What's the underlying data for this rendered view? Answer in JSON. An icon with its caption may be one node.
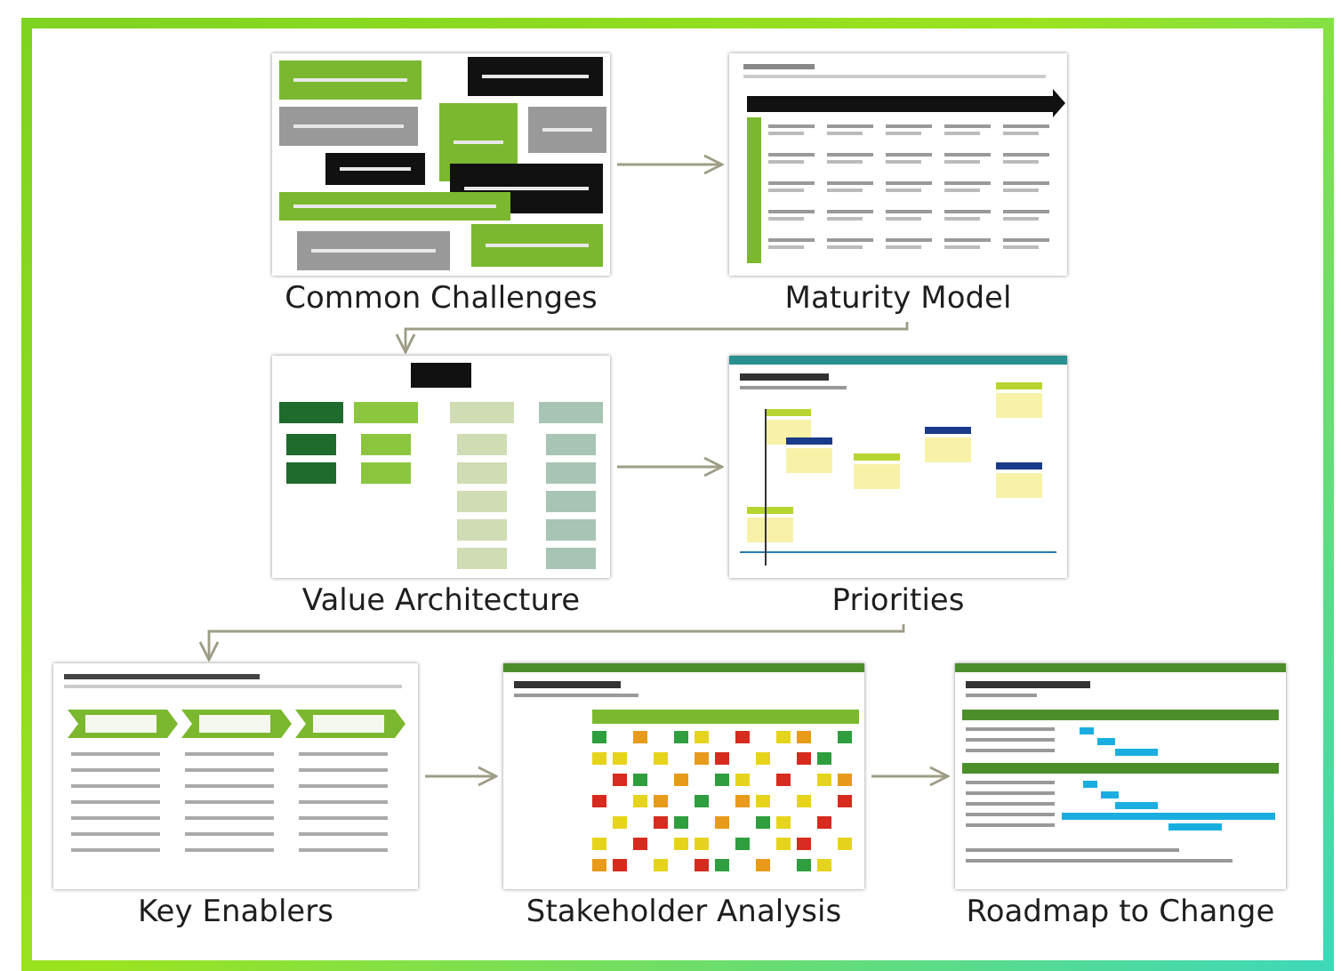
{
  "diagram": {
    "nodes": [
      {
        "text": [],
        "shape": "picture",
        "beside": [
          "Common Challenges"
        ]
      },
      {
        "text": [],
        "shape": "picture",
        "beside": [
          "Maturity Model"
        ]
      },
      {
        "text": [],
        "shape": "picture",
        "beside": [
          "Value Architecture"
        ]
      },
      {
        "text": [],
        "shape": "picture",
        "beside": [
          "Priorities"
        ]
      },
      {
        "text": [],
        "shape": "picture",
        "beside": [
          "Key Enablers"
        ]
      },
      {
        "text": [],
        "shape": "picture",
        "beside": [
          "Stakeholder Analysis"
        ]
      },
      {
        "text": [],
        "shape": "picture",
        "beside": [
          "Roadmap to Change"
        ]
      }
    ],
    "edges": [
      {
        "from": 0,
        "to": 1,
        "arrow": "to"
      },
      {
        "from": 1,
        "to": 2,
        "arrow": "to"
      },
      {
        "from": 2,
        "to": 3,
        "arrow": "to"
      },
      {
        "from": 3,
        "to": 4,
        "arrow": "to"
      },
      {
        "from": 4,
        "to": 5,
        "arrow": "to"
      },
      {
        "from": 5,
        "to": 6,
        "arrow": "to"
      }
    ]
  }
}
